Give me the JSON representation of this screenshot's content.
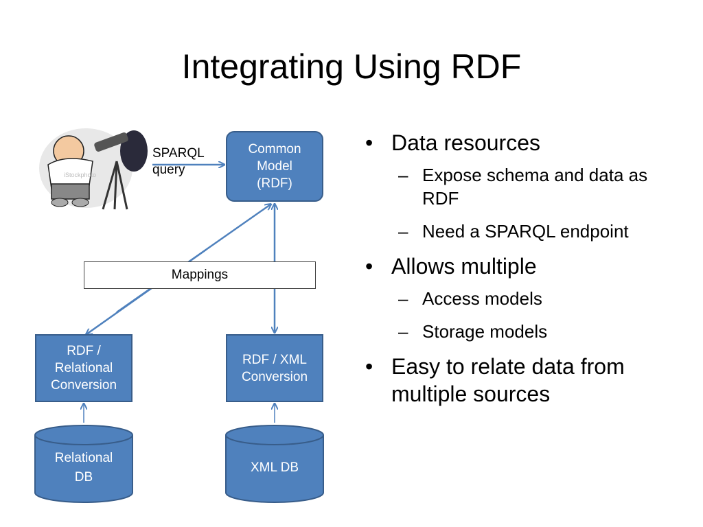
{
  "slide": {
    "title": "Integrating Using RDF"
  },
  "diagram": {
    "sparql_label": "SPARQL\nquery",
    "common_model": "Common\nModel\n(RDF)",
    "mappings": "Mappings",
    "rdf_relational": "RDF /\nRelational\nConversion",
    "rdf_xml": "RDF / XML\nConversion",
    "relational_db": "Relational\nDB",
    "xml_db": "XML DB",
    "watermark": "iStockphoto",
    "colors": {
      "box_fill": "#4f81bd",
      "box_border": "#385d8a",
      "arrow": "#4f81bd"
    }
  },
  "bullets": [
    {
      "text": "Data resources",
      "sub": [
        "Expose schema and data as RDF",
        "Need a SPARQL endpoint"
      ]
    },
    {
      "text": "Allows multiple",
      "sub": [
        "Access models",
        "Storage models"
      ]
    },
    {
      "text": "Easy to relate data from multiple sources",
      "sub": []
    }
  ]
}
